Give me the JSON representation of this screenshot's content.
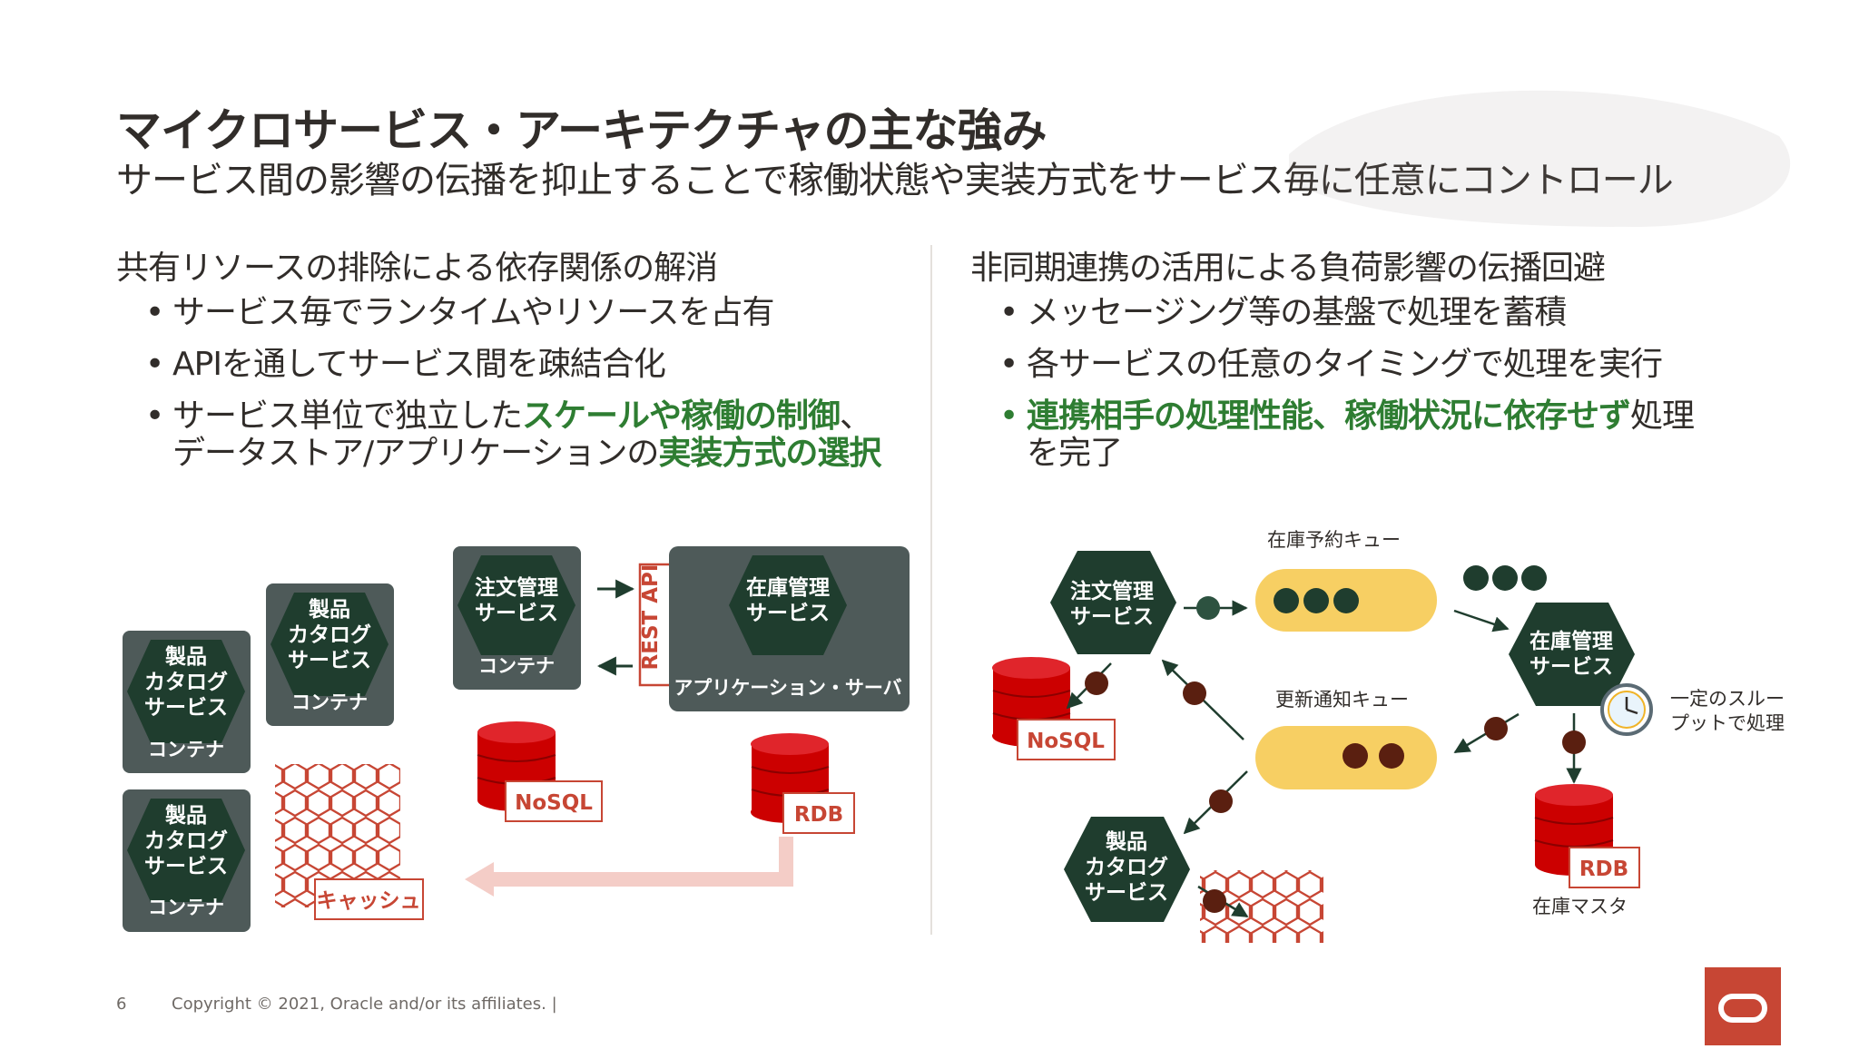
{
  "slide": {
    "title": "マイクロサービス・アーキテクチャの主な強み",
    "subtitle": "サービス間の影響の伝播を抑止することで稼働状態や実装方式をサービス毎に任意にコントロール",
    "page_number": "6",
    "copyright": "Copyright © 2021, Oracle and/or its affiliates.  |"
  },
  "left": {
    "heading": "共有リソースの排除による依存関係の解消",
    "bullet1": "サービス毎でランタイムやリソースを占有",
    "bullet2": "APIを通してサービス間を疎結合化",
    "bullet3_a": "サービス単位で独立した",
    "bullet3_b": "スケールや稼働の制御",
    "bullet3_c": "、",
    "bullet3_d": "データストア/アプリケーションの",
    "bullet3_e": "実装方式の選択"
  },
  "right": {
    "heading": "非同期連携の活用による負荷影響の伝播回避",
    "bullet1": "メッセージング等の基盤で処理を蓄積",
    "bullet2": "各サービスの任意のタイミングで処理を実行",
    "bullet3_a": "連携相手の処理性能、稼働状況に依存せず",
    "bullet3_b": "処理",
    "bullet3_c": "を完了"
  },
  "left_diagram": {
    "catalog_l1": "製品",
    "catalog_l2": "カタログ",
    "catalog_l3": "サービス",
    "container": "コンテナ",
    "order_l1": "注文管理",
    "order_l2": "サービス",
    "inventory_l1": "在庫管理",
    "inventory_l2": "サービス",
    "app_server": "アプリケーション・サーバ",
    "rest_api": "REST API",
    "nosql": "NoSQL",
    "rdb": "RDB",
    "cache": "キャッシュ"
  },
  "right_diagram": {
    "order_l1": "注文管理",
    "order_l2": "サービス",
    "inventory_l1": "在庫管理",
    "inventory_l2": "サービス",
    "catalog_l1": "製品",
    "catalog_l2": "カタログ",
    "catalog_l3": "サービス",
    "reserve_queue": "在庫予約キュー",
    "update_queue": "更新通知キュー",
    "throughput_l1": "一定のスルー",
    "throughput_l2": "プットで処理",
    "nosql": "NoSQL",
    "rdb": "RDB",
    "inventory_master": "在庫マスタ"
  },
  "colors": {
    "hex_green": "#1f3d2e",
    "container_gray": "#4e5a59",
    "oracle_red": "#c74634",
    "highlight_green": "#2e7d32",
    "queue_yellow": "#f7cf63"
  }
}
